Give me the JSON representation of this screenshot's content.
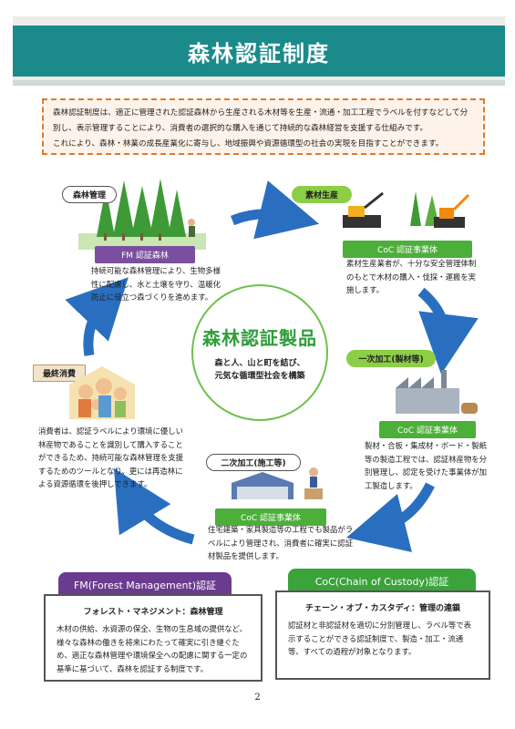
{
  "page": {
    "title": "森林認証制度",
    "page_number": "2"
  },
  "intro": {
    "line1": "森林認証制度は、適正に管理された認証森林から生産される木材等を生産・流通・加工工程でラベルを付すなどして分別し、表示管理することにより、消費者の選択的な購入を通じて持続的な森林経営を支援する仕組みです。",
    "line2": "これにより、森林・林業の成長産業化に寄与し、地域振興や資源循環型の社会の実現を目指すことができます。"
  },
  "center": {
    "title": "森林認証製品",
    "subtitle_line1": "森と人、山と町を結び、",
    "subtitle_line2": "元気な循環型社会を構築"
  },
  "steps": {
    "forest_management": {
      "tag": "森林管理",
      "band": "FM 認証森林",
      "text": "持続可能な森林管理により、生物多様性に配慮し、水と土壌を守り、温暖化防止に役立つ森づくりを進めます。"
    },
    "production": {
      "tag": "素材生産",
      "band": "CoC 認証事業体",
      "text": "素材生産業者が、十分な安全管理体制のもとで木材の購入・伐採・運搬を実施します。"
    },
    "primary": {
      "tag": "一次加工(製材等)",
      "band": "CoC 認証事業体",
      "text": "製材・合板・集成材・ボード・製紙等の製造工程では、認証林産物を分別管理し、認定を受けた事業体が加工製造します。"
    },
    "secondary": {
      "tag": "二次加工(施工等)",
      "band": "CoC 認証事業体",
      "text": "住宅建築・家具製造等の工程でも製品がラベルにより管理され、消費者に確実に認証材製品を提供します。"
    },
    "consumption": {
      "tag": "最終消費",
      "text": "消費者は、認証ラベルにより環境に優しい林産物であることを識別して購入することができるため、持続可能な森林管理を支援するためのツールとなり、更には再造林による資源循環を後押しできます。"
    }
  },
  "bottom": {
    "fm": {
      "heading": "FM(Forest Management)認証",
      "subheading": "フォレスト・マネジメント：森林管理",
      "text": "木材の供給、水資源の保全、生物の生息域の提供など、様々な森林の働きを将来にわたって確実に引き継ぐため、適正な森林管理や環境保全への配慮に関する一定の基準に基づいて、森林を認証する制度です。"
    },
    "coc": {
      "heading": "CoC(Chain of Custody)認証",
      "subheading": "チェーン・オブ・カスタディ：管理の連鎖",
      "text": "認証材と非認証材を適切に分別管理し、ラベル等で表示することができる認証制度で、製造・加工・流通等、すべての過程が対象となります。"
    }
  },
  "colors": {
    "title_bg": "#1a8a8a",
    "arrow_blue": "#2a6fbf",
    "green": "#3cb13a",
    "purple": "#6b3b8f",
    "intro_border": "#e07a2e"
  }
}
